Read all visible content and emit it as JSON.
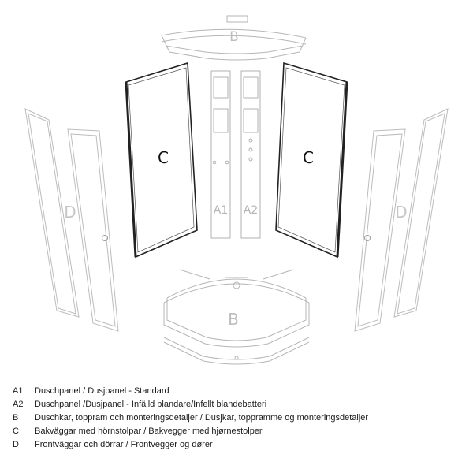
{
  "diagram": {
    "part_labels": {
      "tray_top": "B",
      "tray_bottom": "B",
      "back_left": "C",
      "back_right": "C",
      "panel_left": "A1",
      "panel_right": "A2",
      "front_left": "D",
      "front_right": "D"
    }
  },
  "legend": [
    {
      "code": "A1",
      "text": "Duschpanel / Dusjpanel - Standard"
    },
    {
      "code": "A2",
      "text": "Duschpanel /Dusjpanel - Infälld blandare/Infellt blandebatteri"
    },
    {
      "code": "B",
      "text": "Duschkar, toppram och monteringsdetaljer / Dusjkar, toppramme og monteringsdetaljer"
    },
    {
      "code": "C",
      "text": "Bakväggar med hörnstolpar / Bakvegger med hjørnestolper"
    },
    {
      "code": "D",
      "text": "Frontväggar och dörrar / Frontvegger og dører"
    }
  ]
}
